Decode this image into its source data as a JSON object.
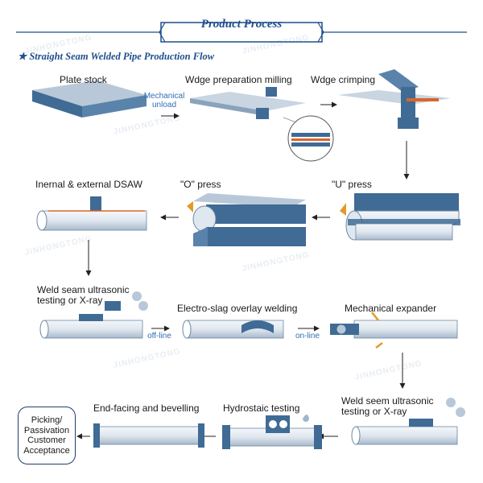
{
  "header": {
    "title": "Product Process",
    "subtitle": "★ Straight Seam Welded Pipe Production Flow"
  },
  "watermark": "JINHONGTONG",
  "steps": {
    "plate_stock": "Plate stock",
    "mechanical_unload": "Mechanical unload",
    "edge_milling": "Wdge preparation milling",
    "edge_crimping": "Wdge crimping",
    "u_press": "\"U\" press",
    "o_press": "\"O\" press",
    "dsaw": "Inernal & external DSAW",
    "ut_xray_1": "Weld seam ultrasonic testing or X-ray",
    "off_line": "off-line",
    "electro_slag": "Electro-slag overlay welding",
    "on_line": "on-line",
    "mech_expander": "Mechanical expander",
    "ut_xray_2": "Weld seem ultrasonic testing or X-ray",
    "hydrostatic": "Hydrostaic testing",
    "end_facing": "End-facing and bevelling",
    "final": "Picking/ Passivation Customer Acceptance"
  },
  "colors": {
    "accent": "#1f4e8c",
    "steel_top": "#b8c8d8",
    "steel_side": "#3f6b95",
    "pipe_light": "#e9eef4",
    "weld": "#d9662b"
  }
}
